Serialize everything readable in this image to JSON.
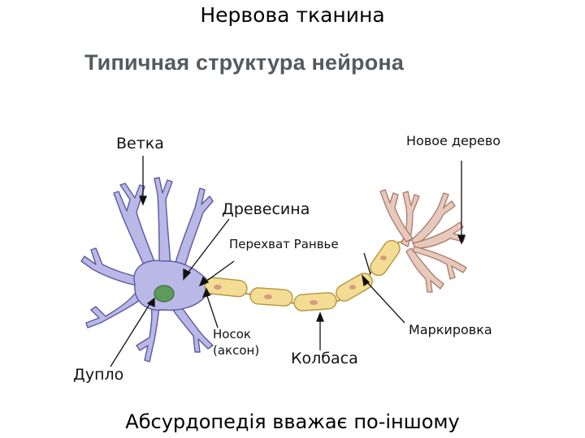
{
  "slide": {
    "title": "Нервова тканина",
    "caption": "Абсурдопедія вважає по-іншому"
  },
  "diagram": {
    "heading": "Типичная структура нейрона",
    "labels": {
      "branch": "Ветка",
      "new_tree": "Новое дерево",
      "wood": "Древесина",
      "ranvier_node": "Перехват Ранвье",
      "nose_line1": "Носок",
      "nose_line2": "(аксон)",
      "sausage": "Колбаса",
      "marking": "Маркировка",
      "hollow": "Дупло"
    },
    "colors": {
      "soma_fill": "#b9b8e6",
      "soma_stroke": "#5b5aa0",
      "nucleus": "#5e9a5a",
      "myelin_fill": "#f3dd95",
      "myelin_stroke": "#b8943c",
      "myelin_spot": "#d79a7c",
      "terminal_fill": "#e7c9bc",
      "terminal_stroke": "#a87a6a",
      "heading": "#555a5e"
    }
  }
}
